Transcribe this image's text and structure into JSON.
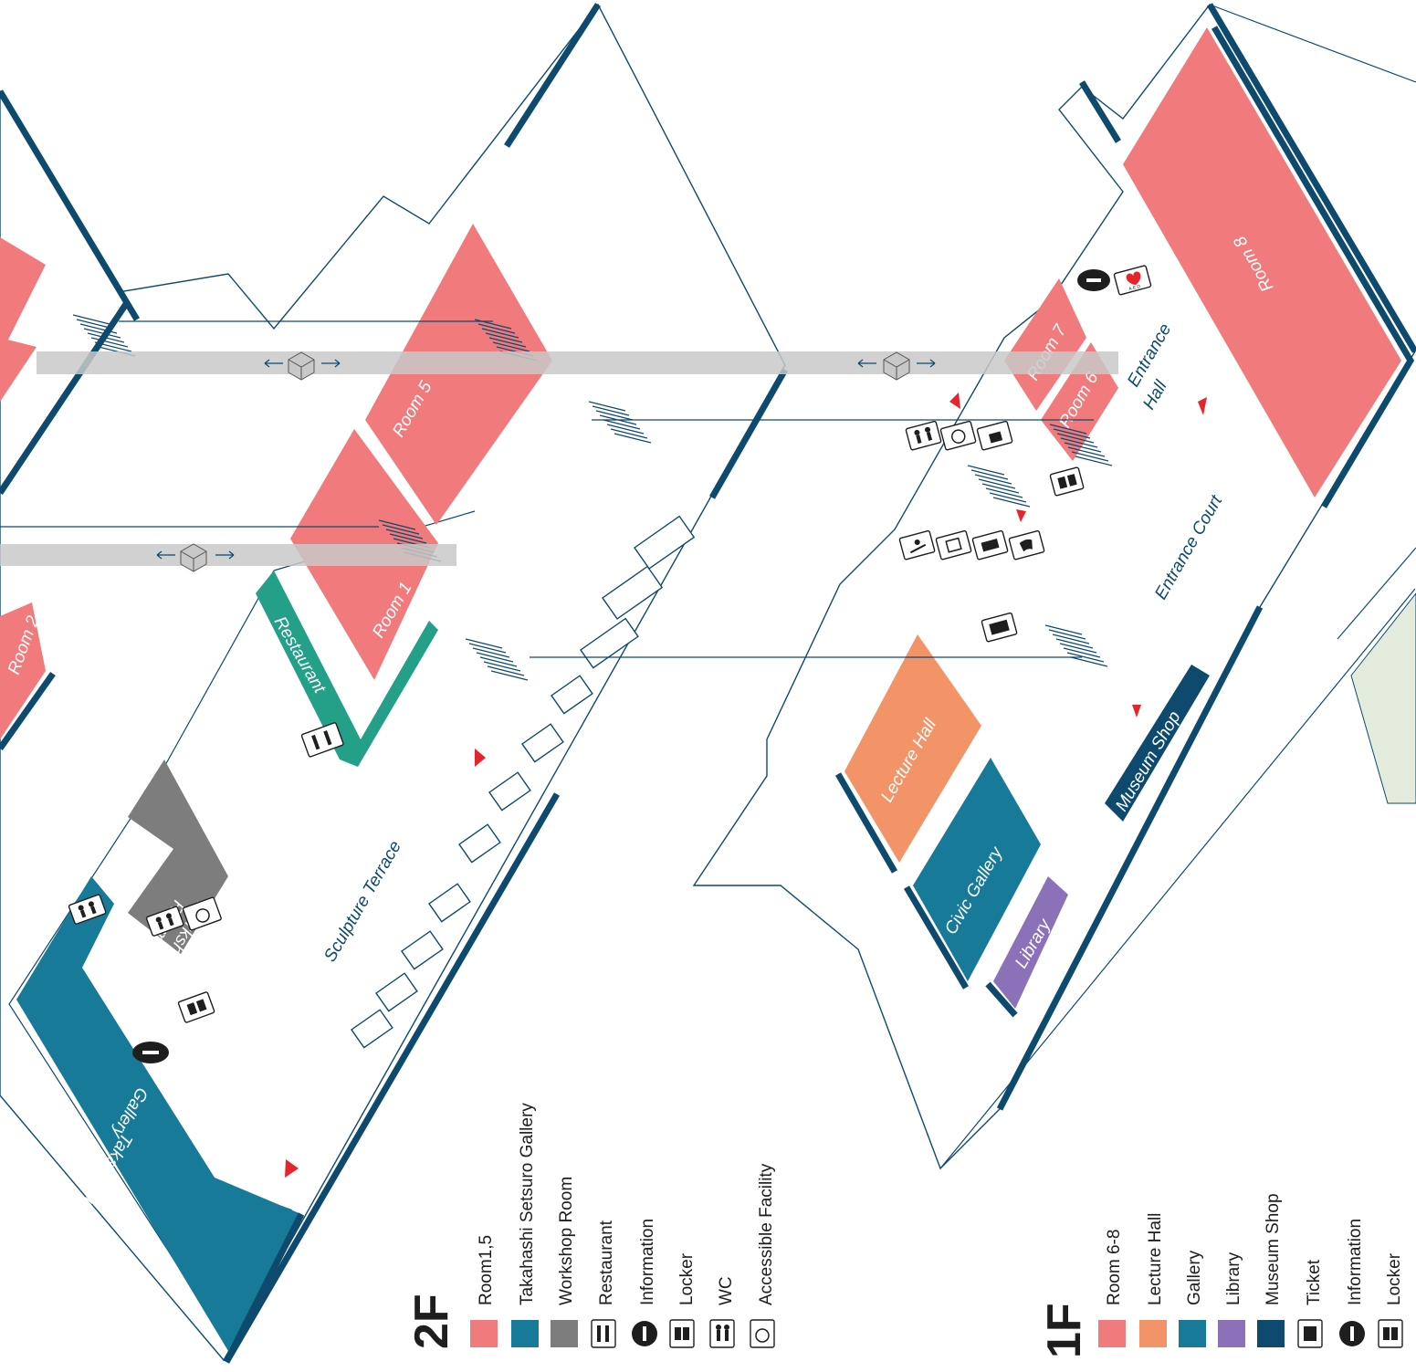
{
  "colors": {
    "room": "#f07a7c",
    "takahashi": "#177a98",
    "workshop": "#7d7d7d",
    "restaurant": "#24a089",
    "lecture": "#f39468",
    "gallery": "#177a98",
    "library": "#8b72b8",
    "museum_shop": "#0d4a6e",
    "outline": "#0d4a6e",
    "marker": "#e6242b",
    "bridge": "#c9c9c9",
    "garden": "#e3ecdc"
  },
  "floor2": {
    "labels": {
      "room1": "Room 1",
      "room5": "Room 5",
      "room2": "Room 2",
      "restaurant": "Restaurant",
      "workshop_line1": "Workshop",
      "workshop_line2": "Room",
      "takahashi_line1": "Takahashi Setsuro",
      "takahashi_line2": "Gallery",
      "terrace": "Sculpture Terrace"
    },
    "legend": {
      "title": "2F",
      "items": [
        {
          "label": "Room1,5",
          "icon": "swatch-room"
        },
        {
          "label": "Takahashi Setsuro Gallery",
          "icon": "swatch-takahashi"
        },
        {
          "label": "Workshop Room",
          "icon": "swatch-workshop"
        },
        {
          "label": "Restaurant",
          "icon": "restaurant-icon"
        },
        {
          "label": "Information",
          "icon": "information-icon"
        },
        {
          "label": "Locker",
          "icon": "locker-icon"
        },
        {
          "label": "WC",
          "icon": "wc-icon"
        },
        {
          "label": "Accessible Facility",
          "icon": "accessible-icon"
        }
      ]
    }
  },
  "floor1": {
    "labels": {
      "room6": "Room 6",
      "room7": "Room 7",
      "room8": "Room 8",
      "entrance_hall_line1": "Entrance",
      "entrance_hall_line2": "Hall",
      "entrance_court": "Entrance Court",
      "lecture": "Lecture Hall",
      "civic": "Civic Gallery",
      "library": "Library",
      "museum_shop": "Museum Shop"
    },
    "legend": {
      "title": "1F",
      "items": [
        {
          "label": "Room 6-8",
          "icon": "swatch-room"
        },
        {
          "label": "Lecture Hall",
          "icon": "swatch-lecture"
        },
        {
          "label": "Gallery",
          "icon": "swatch-gallery"
        },
        {
          "label": "Library",
          "icon": "swatch-library"
        },
        {
          "label": "Museum Shop",
          "icon": "swatch-museum-shop"
        },
        {
          "label": "Ticket",
          "icon": "ticket-icon"
        },
        {
          "label": "Information",
          "icon": "information-icon"
        },
        {
          "label": "Locker",
          "icon": "locker-icon"
        }
      ]
    }
  },
  "icons": {
    "aed": "A.E.D"
  }
}
